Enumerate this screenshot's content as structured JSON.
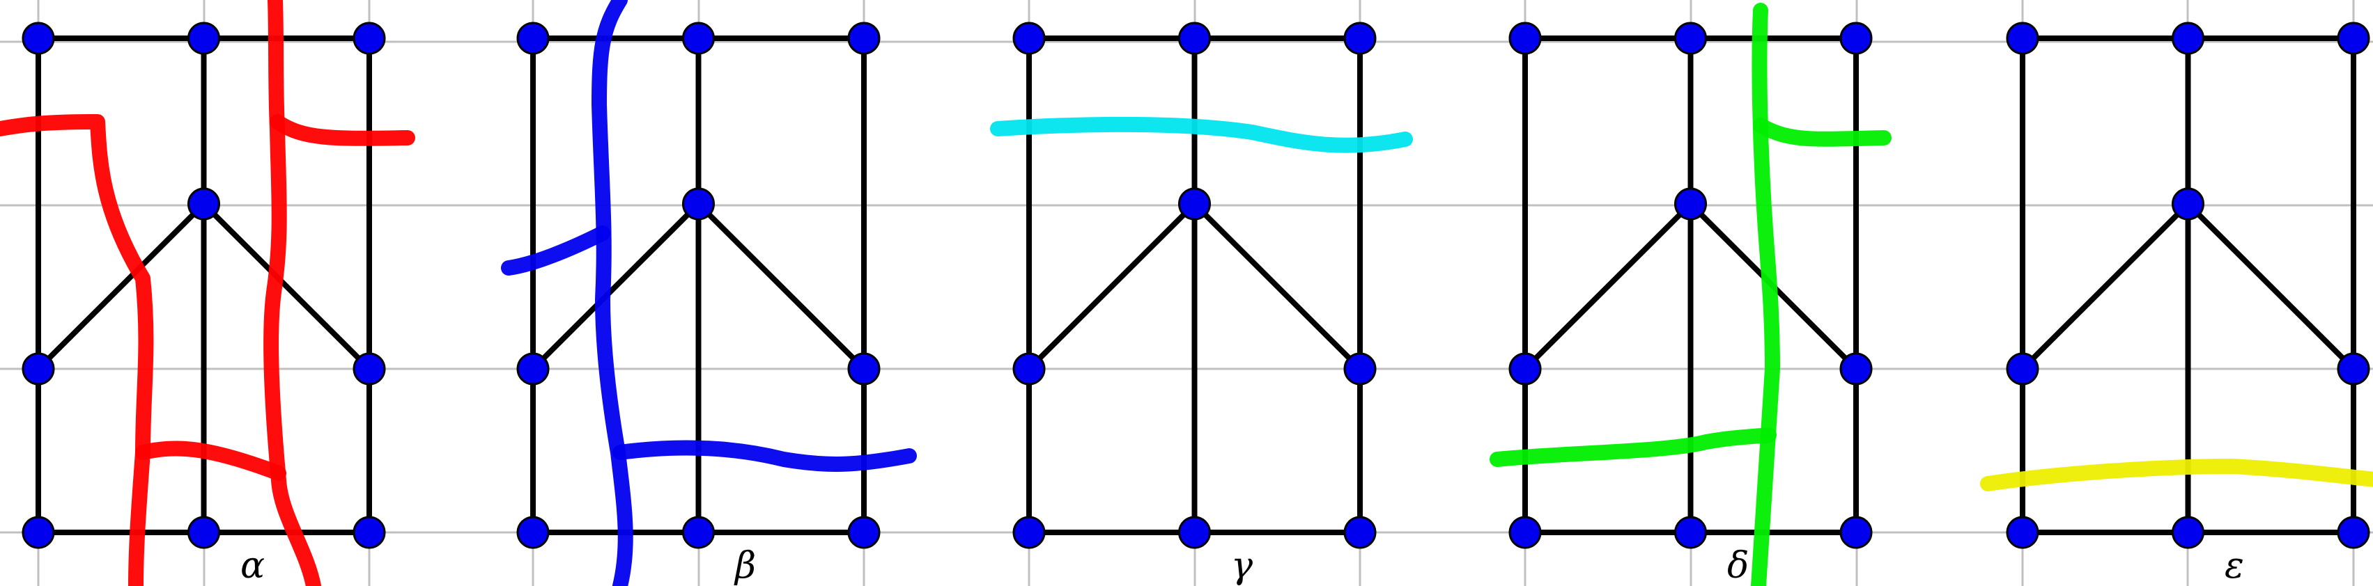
{
  "colors": {
    "background": "#ffffff",
    "grid": "#c0c0c0",
    "edge": "#000000",
    "vertex_fill": "#0000ee",
    "vertex_stroke": "#000000"
  },
  "panels": [
    {
      "label": "α",
      "curve_color": "#ff0000"
    },
    {
      "label": "β",
      "curve_color": "#0000ee"
    },
    {
      "label": "γ",
      "curve_color": "#00e5ee"
    },
    {
      "label": "δ",
      "curve_color": "#00ee00"
    },
    {
      "label": "ε",
      "curve_color": "#eeee00"
    }
  ]
}
